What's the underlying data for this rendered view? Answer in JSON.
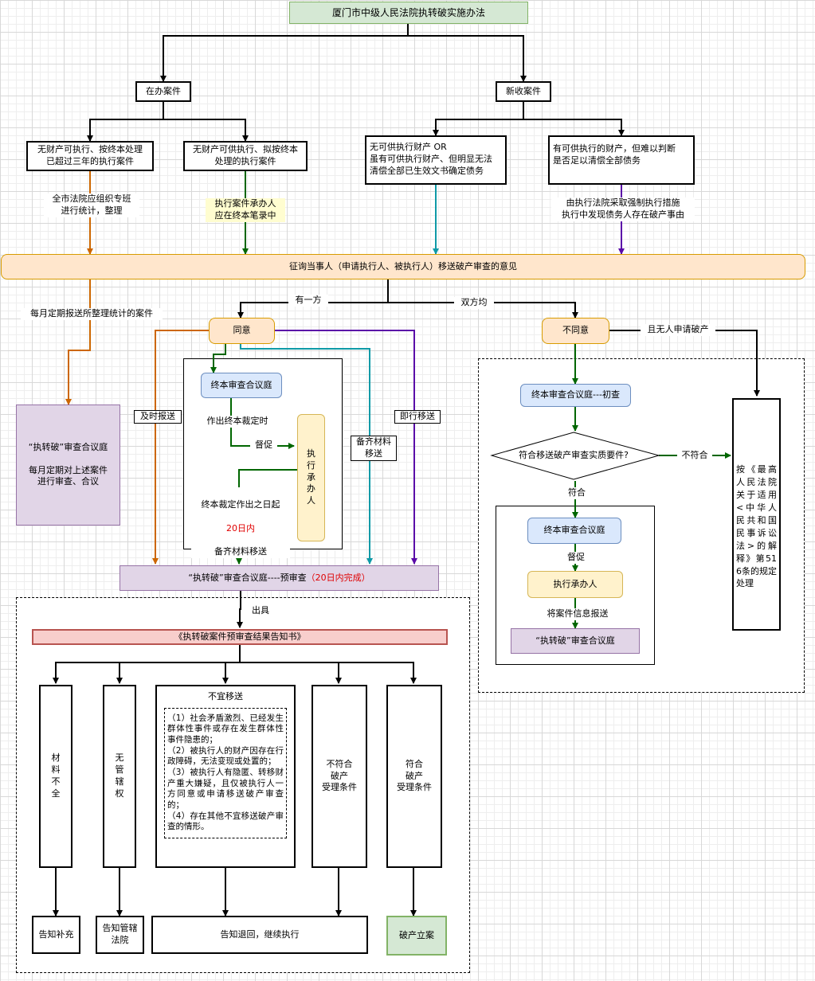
{
  "title": "厦门市中级人民法院执转破实施办法",
  "branches": {
    "active": "在办案件",
    "new": "新收案件"
  },
  "cases": {
    "c1": "无财产可执行、按终本处理\n已超过三年的执行案件",
    "c2": "无财产可供执行、拟按终本\n处理的执行案件",
    "c3": "无可供执行财产 OR\n虽有可供执行财产、但明显无法\n清偿全部已生效文书确定债务",
    "c4": "有可供执行的财产，但难以判断\n是否足以清偿全部债务"
  },
  "edge_labels": {
    "city_courts": "全市法院应组织专班\n进行统计，整理",
    "handler_record": "执行案件承办人\n应在终本笔录中",
    "court_measures": "由执行法院采取强制执行措施\n执行中发现债务人存在破产事由",
    "monthly_report": "每月定期报送所整理统计的案件",
    "one_side": "有一方",
    "both_sides": "双方均",
    "no_applicant": "且无人申请破产",
    "timely": "及时报送",
    "immediate": "即行移送",
    "prepare_materials": "备齐材料\n移送",
    "issue": "出具",
    "ruling_time": "作出终本裁定时",
    "supervise": "督促",
    "deadline_pre": "终本裁定作出之日起",
    "deadline_days": "20日内",
    "deadline_post": "备齐材料移送",
    "not_meet": "不符合",
    "meet": "符合",
    "supervise2": "督促",
    "report_info": "将案件信息报送"
  },
  "consult": "征询当事人（申请执行人、被执行人）移送破产审查的意见",
  "agree": "同意",
  "disagree": "不同意",
  "collegial_left": {
    "title": "“执转破”审查合议庭",
    "desc": "每月定期对上述案件\n进行审查、合议"
  },
  "inner_left": {
    "review": "终本审查合议庭",
    "handler": "执\n行\n承\n办\n人"
  },
  "right_flow": {
    "initial": "终本审查合议庭---初查",
    "decision": "符合移送破产审查实质要件?",
    "review": "终本审查合议庭",
    "handler": "执行承办人",
    "collegial": "“执转破”审查合议庭"
  },
  "law_box": "按《最高人民法院关于适用<中华人民共和国民事诉讼法>的解释》第516条的规定处理",
  "prereview": {
    "main": "“执转破”审查合议庭----预审查",
    "note": "（20日内完成）"
  },
  "notice": "《执转破案件预审查结果告知书》",
  "outcomes": {
    "o1": "材\n料\n不\n全",
    "o2": "无\n管\n辖\n权",
    "o3_title": "不宜移送",
    "o3_list": "（1）社会矛盾激烈、已经发生群体性事件或存在发生群体性事件隐患的；\n（2）被执行人的财产因存在行政障碍，无法变现或处置的；\n（3）被执行人有隐匿、转移财产重大嫌疑，且仅被执行人一方同意或申请移送破产审查的；\n（4）存在其他不宜移送破产审查的情形。",
    "o4": "不符合\n破产\n受理条件",
    "o5": "符合\n破产\n受理条件"
  },
  "finals": {
    "f1": "告知补充",
    "f2": "告知管辖\n法院",
    "f3": "告知退回，继续执行",
    "f4": "破产立案"
  },
  "colors": {
    "black": "#000000",
    "orange": "#cc6600",
    "green": "#006600",
    "teal": "#0e9aa7",
    "purple": "#5a0aa8",
    "red": "#e00000"
  }
}
